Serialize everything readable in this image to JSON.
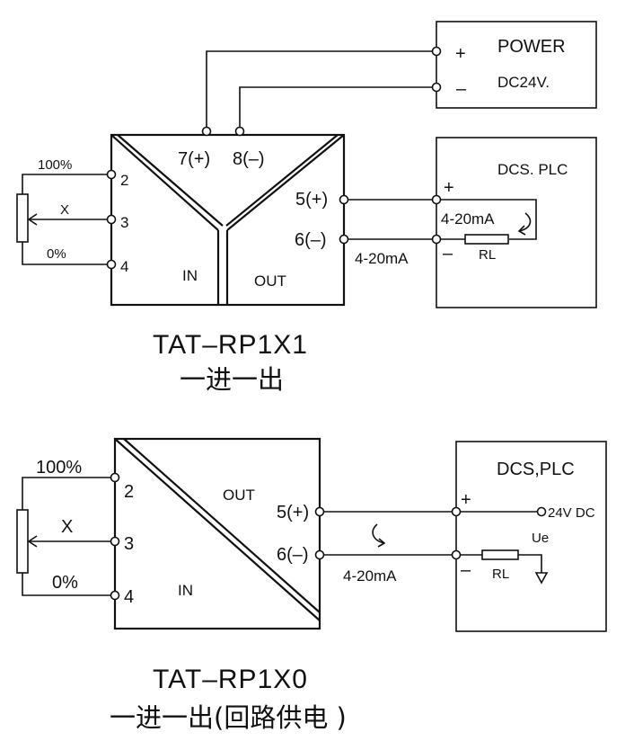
{
  "diagram1": {
    "power_box": {
      "plus": "+",
      "title": "POWER",
      "minus": "–",
      "voltage": "DC24V."
    },
    "power_terminals": {
      "plus": "7(+)",
      "minus": "8(–)"
    },
    "inputs": {
      "top_pct": "100%",
      "mid_x": "X",
      "bottom_pct": "0%",
      "t2": "2",
      "t3": "3",
      "t4": "4"
    },
    "in_label": "IN",
    "out_label": "OUT",
    "outputs": {
      "t5": "5(+)",
      "t6": "6(–)",
      "current": "4-20mA"
    },
    "dcs": {
      "title": "DCS. PLC",
      "plus": "+",
      "minus": "–",
      "loop_current": "4-20mA",
      "resistor": "RL"
    },
    "caption_model": "TAT–RP1X1",
    "caption_desc": "一进一出"
  },
  "diagram2": {
    "inputs": {
      "top_pct": "100%",
      "mid_x": "X",
      "bottom_pct": "0%",
      "t2": "2",
      "t3": "3",
      "t4": "4"
    },
    "in_label": "IN",
    "out_label": "OUT",
    "outputs": {
      "t5": "5(+)",
      "t6": "6(–)",
      "current": "4-20mA"
    },
    "dcs": {
      "title": "DCS,PLC",
      "plus": "+",
      "minus": "–",
      "supply": "24V DC",
      "ue": "Ue",
      "resistor": "RL"
    },
    "caption_model": "TAT–RP1X0",
    "caption_desc": "一进一出(回路供电 )"
  }
}
